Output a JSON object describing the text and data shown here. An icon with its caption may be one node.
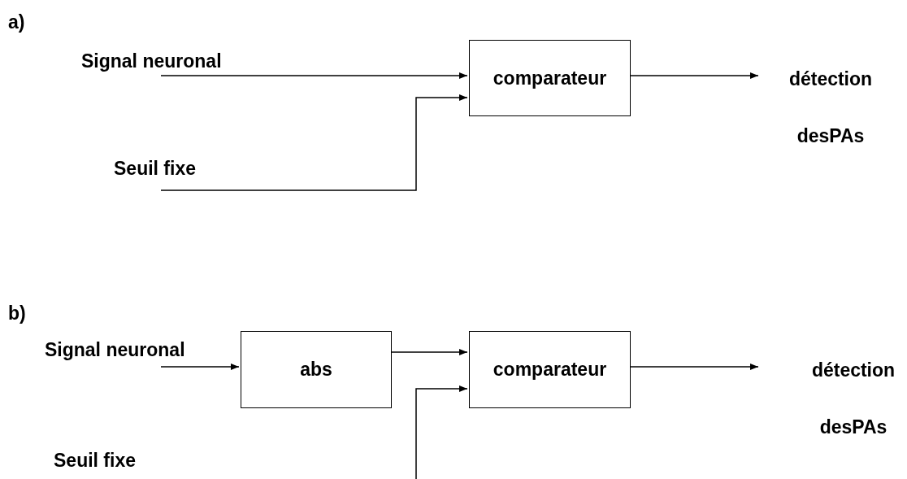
{
  "diagram": {
    "nodes": [
      {
        "text": [
          "Signal neuronal"
        ]
      },
      {
        "text": [
          "Seuil fixe"
        ]
      },
      {
        "text": [
          "comparateur"
        ]
      },
      {
        "text": [
          "détection",
          "desPAs"
        ]
      },
      {
        "text": [
          "Signal neuronal"
        ]
      },
      {
        "text": [
          "abs"
        ]
      },
      {
        "text": [
          "comparateur"
        ]
      },
      {
        "text": [
          "détection",
          "desPAs"
        ]
      }
    ],
    "edges": [
      {
        "from": 0,
        "to": 2,
        "arrow": "to"
      },
      {
        "from": 1,
        "to": 2,
        "arrow": "to"
      },
      {
        "from": 2,
        "to": 3,
        "arrow": "to"
      },
      {
        "from": 4,
        "to": 5,
        "arrow": "to"
      },
      {
        "from": 5,
        "to": 6,
        "arrow": "to"
      },
      {
        "from": null,
        "to": 6,
        "arrow": "to"
      },
      {
        "from": 6,
        "to": 7,
        "arrow": "to"
      }
    ],
    "labels": [
      "a)",
      "b)",
      "Seuil fixe"
    ]
  }
}
